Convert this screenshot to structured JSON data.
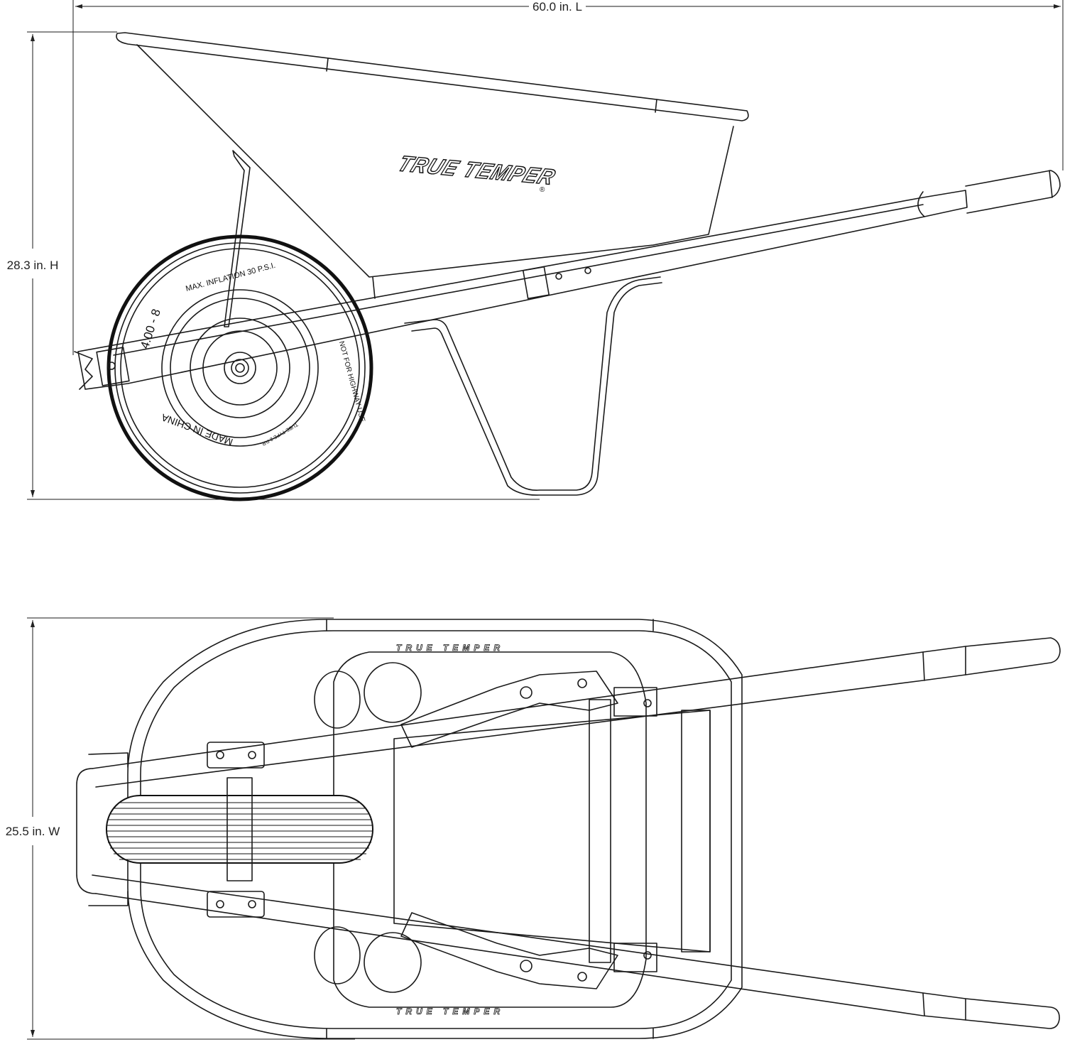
{
  "dimensions": {
    "length": "60.0 in. L",
    "height": "28.3 in. H",
    "width": "25.5 in. W"
  },
  "brand": {
    "logo_text": "TRUE TEMPER",
    "registered_mark": "®"
  },
  "tire": {
    "size": "4.00 - 8",
    "max_inflation": "MAX. INFLATION 30 P.S.I.",
    "origin": "MADE IN CHINA",
    "highway": "NOT FOR HIGHWAY USE",
    "tube_type": "TUBE TYPE 2 P.R."
  }
}
